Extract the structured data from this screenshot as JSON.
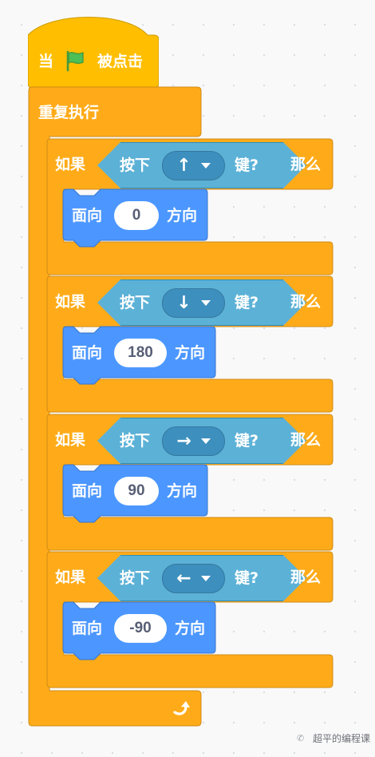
{
  "colors": {
    "events": "#ffbf00",
    "control": "#ffab19",
    "sensing": "#5cb1d6",
    "motion": "#4c97ff",
    "flag": "#4cbf56"
  },
  "hat": {
    "when": "当",
    "flag_icon": "green-flag-icon",
    "clicked": "被点击"
  },
  "forever": {
    "label": "重复执行",
    "loop_icon": "loop-arrow-icon"
  },
  "if_blocks": [
    {
      "if_label": "如果",
      "key_label": "按下",
      "key": "↑",
      "key_suffix": "键?",
      "then_label": "那么",
      "turn_label": "面向",
      "direction": "0",
      "direction_suffix": "方向"
    },
    {
      "if_label": "如果",
      "key_label": "按下",
      "key": "↓",
      "key_suffix": "键?",
      "then_label": "那么",
      "turn_label": "面向",
      "direction": "180",
      "direction_suffix": "方向"
    },
    {
      "if_label": "如果",
      "key_label": "按下",
      "key": "→",
      "key_suffix": "键?",
      "then_label": "那么",
      "turn_label": "面向",
      "direction": "90",
      "direction_suffix": "方向"
    },
    {
      "if_label": "如果",
      "key_label": "按下",
      "key": "←",
      "key_suffix": "键?",
      "then_label": "那么",
      "turn_label": "面向",
      "direction": "-90",
      "direction_suffix": "方向"
    }
  ],
  "watermark": {
    "text": "超平的编程课"
  }
}
